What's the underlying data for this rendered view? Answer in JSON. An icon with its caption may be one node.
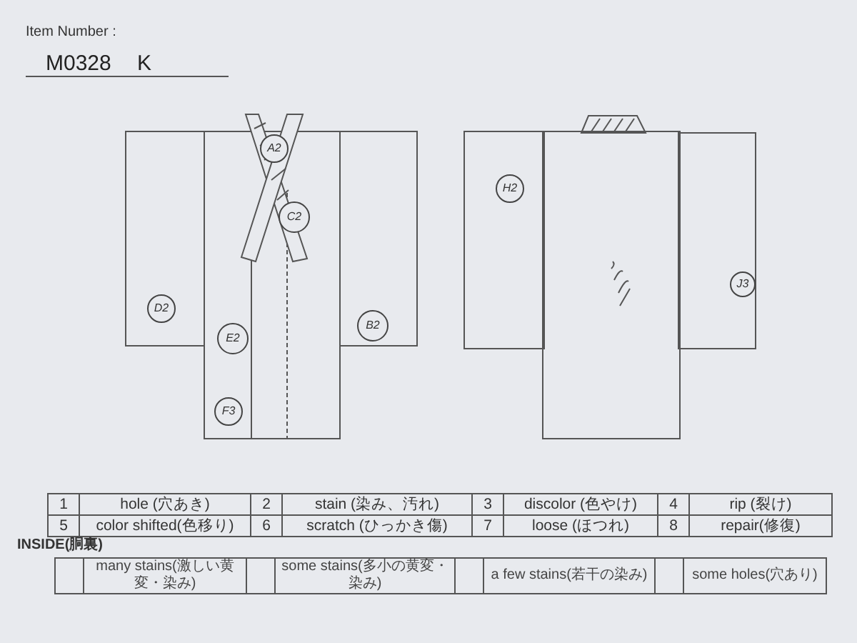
{
  "diagram": {
    "nodes": [
      {
        "text": [
          "A2"
        ]
      },
      {
        "text": [
          "C2"
        ]
      },
      {
        "text": [
          "D2"
        ]
      },
      {
        "text": [
          "E2"
        ]
      },
      {
        "text": [
          "F3"
        ]
      },
      {
        "text": [
          "B2"
        ]
      },
      {
        "text": [
          "H2"
        ]
      },
      {
        "text": [
          "J3"
        ]
      }
    ],
    "labels": [
      "Item Number :",
      "M0328 K",
      "1",
      "hole (穴あき)",
      "2",
      "stain (染み、汚れ)",
      "3",
      "discolor (色やけ)",
      "4",
      "rip (裂け)",
      "5",
      "color shifted(色移り)",
      "6",
      "scratch (ひっかき傷)",
      "7",
      "loose (ほつれ)",
      "8",
      "repair(修復)",
      "INSIDE(胴裏)",
      "many stains(激しい黄変・染み)",
      "some stains(多小の黄変・染み)",
      "a few stains(若干の染み)",
      "some holes(穴あり)"
    ]
  }
}
